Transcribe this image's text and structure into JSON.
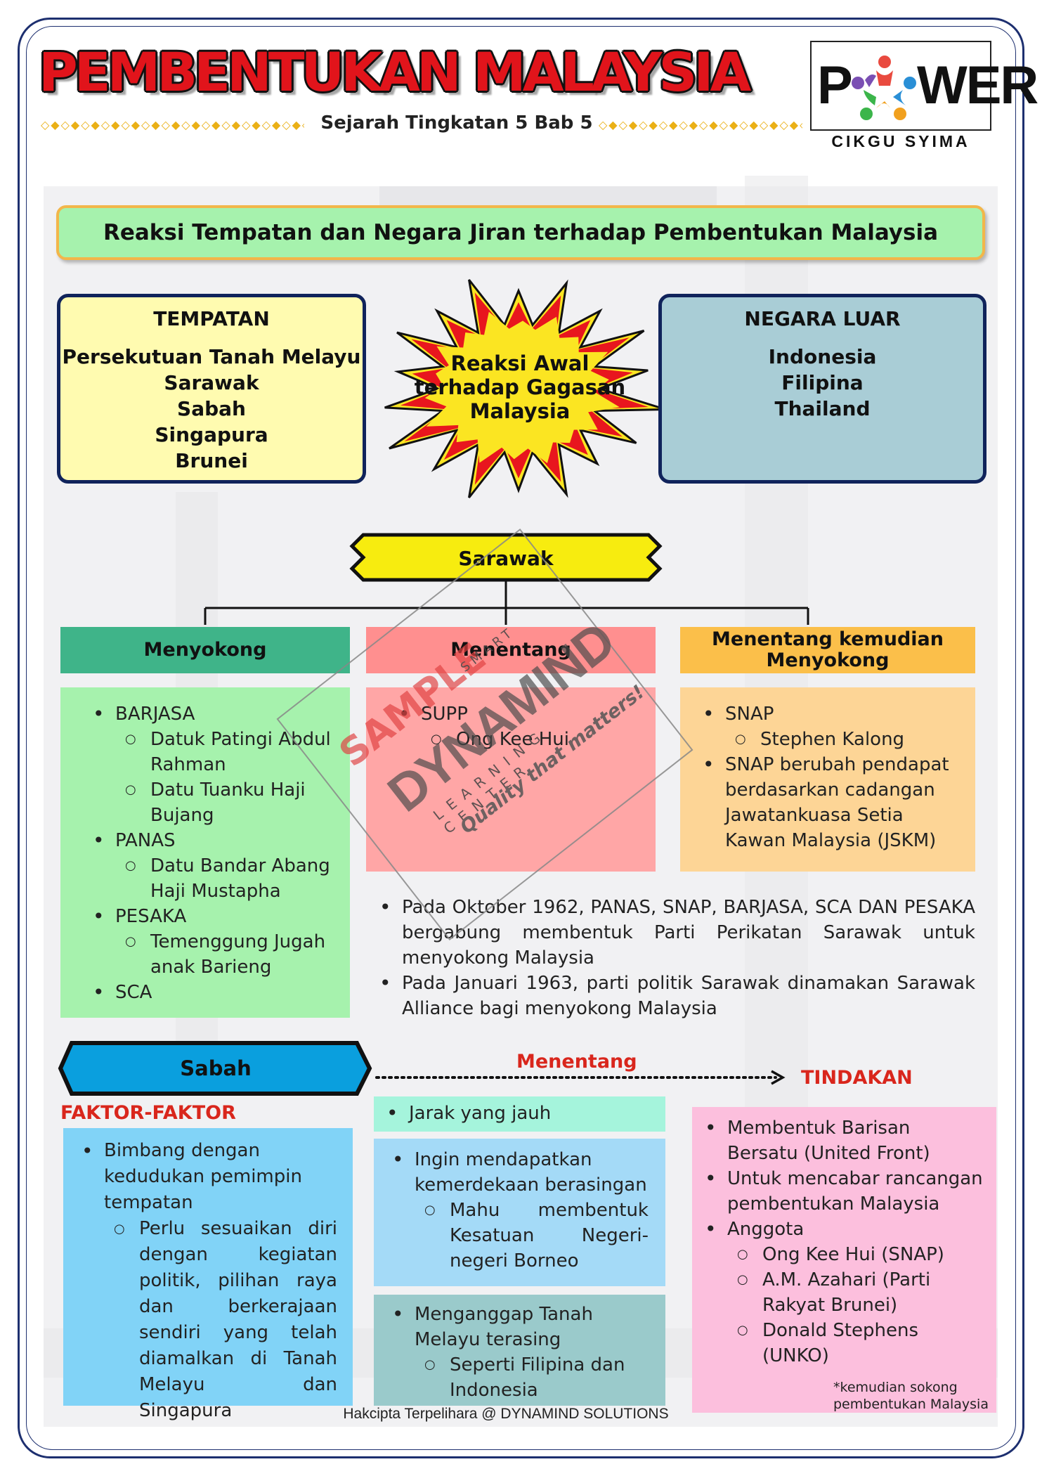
{
  "header": {
    "title": "PEMBENTUKAN MALAYSIA",
    "subtitle": "Sejarah Tingkatan 5 Bab 5",
    "logo_left": "P",
    "logo_right": "WER",
    "logo_caption": "CIKGU SYIMA"
  },
  "banner": "Reaksi Tempatan dan Negara Jiran terhadap Pembentukan Malaysia",
  "tempatan": {
    "heading": "TEMPATAN",
    "items": [
      "Persekutuan Tanah Melayu",
      "Sarawak",
      "Sabah",
      "Singapura",
      "Brunei"
    ]
  },
  "burst": [
    "Reaksi Awal",
    "terhadap Gagasan",
    "Malaysia"
  ],
  "negara_luar": {
    "heading": "NEGARA LUAR",
    "items": [
      "Indonesia",
      "Filipina",
      "Thailand"
    ]
  },
  "sarawak": {
    "label": "Sarawak",
    "menyokong": {
      "heading": "Menyokong",
      "b1": "BARJASA",
      "b1a": "Datuk Patingi Abdul Rahman",
      "b1b": "Datu Tuanku Haji Bujang",
      "b2": "PANAS",
      "b2a": "Datu Bandar Abang Haji Mustapha",
      "b3": "PESAKA",
      "b3a": "Temenggung Jugah anak Barieng",
      "b4": "SCA"
    },
    "menentang": {
      "heading": "Menentang",
      "b1": "SUPP",
      "b1a": "Ong Kee Hui"
    },
    "kemudian": {
      "heading": "Menentang kemudian Menyokong",
      "b1": "SNAP",
      "b1a": "Stephen Kalong",
      "b2": "SNAP berubah pendapat berdasarkan cadangan Jawatankuasa Setia Kawan Malaysia (JSKM)"
    },
    "notes": [
      "Pada Oktober 1962, PANAS, SNAP, BARJASA, SCA DAN PESAKA bergabung membentuk Parti Perikatan Sarawak untuk menyokong Malaysia",
      "Pada Januari 1963, parti politik Sarawak dinamakan Sarawak Alliance bagi menyokong Malaysia"
    ]
  },
  "watermark": {
    "sample": "SAMPLE",
    "smart": "SMART",
    "brand": "DYNAMIND",
    "sub": "LEARNING CENTER",
    "tag": "Quality that matters!"
  },
  "sabah": {
    "label": "Sabah",
    "menentang": "Menentang",
    "tindakan": "TINDAKAN",
    "faktor_label": "FAKTOR-FAKTOR",
    "faktor": {
      "b1": "Bimbang dengan kedudukan pemimpin tempatan",
      "b1a": "Perlu sesuaikan diri dengan kegiatan politik, pilihan raya dan berkerajaan sendiri yang telah diamalkan di Tanah Melayu dan Singapura"
    },
    "reason1": "Jarak yang jauh",
    "reason2": {
      "b1": "Ingin mendapatkan kemerdekaan berasingan",
      "b1a": "Mahu membentuk Kesatuan Negeri-negeri Borneo"
    },
    "reason3": {
      "b1": "Menganggap Tanah Melayu terasing",
      "b1a": "Seperti Filipina dan Indonesia"
    },
    "tindakan_box": {
      "b1": "Membentuk Barisan Bersatu (United Front)",
      "b2": "Untuk mencabar rancangan pembentukan Malaysia",
      "b3": "Anggota",
      "b3a": "Ong Kee Hui (SNAP)",
      "b3b": "A.M. Azahari (Parti Rakyat Brunei)",
      "b3c": "Donald Stephens (UNKO)",
      "note": "*kemudian sokong pembentukan Malaysia"
    }
  },
  "footer": "Hakcipta Terpelihara @ DYNAMIND SOLUTIONS",
  "colors": {
    "title_red": "#e1141b",
    "navy": "#10235b",
    "green_head": "#3fb489",
    "red_head": "#ff8f8f",
    "orange_head": "#fbbf4a",
    "sabah_blue": "#0a9fde"
  }
}
